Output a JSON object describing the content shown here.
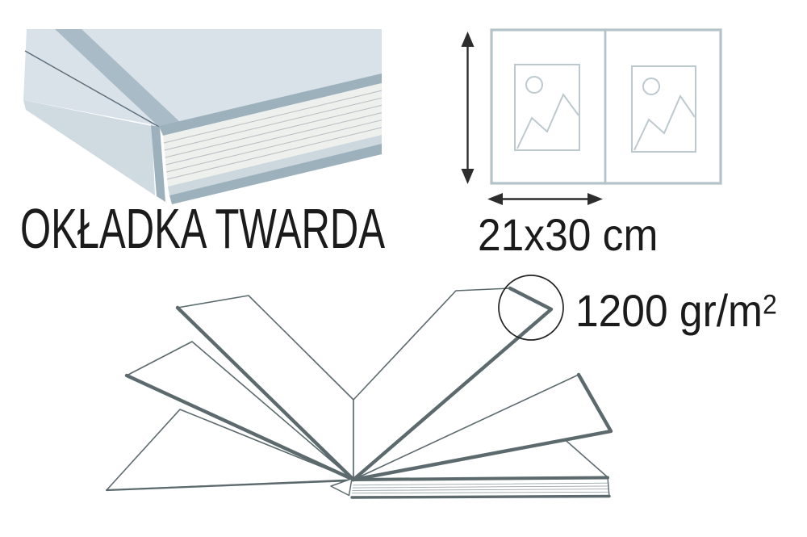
{
  "sections": {
    "cover": {
      "label": "OKŁADKA TWARDA",
      "illustration": "closed-hardcover-book-corner-view"
    },
    "size": {
      "label": "21x30 cm",
      "spread_pages": 2,
      "icons": [
        "vertical-measure-arrow",
        "horizontal-measure-arrow",
        "image-placeholder",
        "image-placeholder"
      ]
    },
    "paper": {
      "weight_base": "1200 gr/m",
      "weight_exponent": "2",
      "weight_full": "1200 gr/m²",
      "illustration": "open-book-fanned-pages",
      "icons": [
        "magnifier-circle"
      ]
    }
  },
  "colors": {
    "background": "#ffffff",
    "text": "#1b1b1b",
    "arrow": "#2d2d2d",
    "outline": "#5c6a6e",
    "cover_top": "#d9e2e9",
    "cover_front": "#cfdae1",
    "cover_edge": "#9db1bd",
    "hinge_band": "#a9bbc6",
    "hinge_line": "#5b6b77",
    "pages_fill": "#eef0ee",
    "pages_line": "#b6bdc1",
    "pages_strip": "#ccd8de",
    "spread_border": "#b4c3c9",
    "placeholder": "#bcc9ce",
    "book_line_light": "#99a5a8",
    "circle": "#222222"
  }
}
